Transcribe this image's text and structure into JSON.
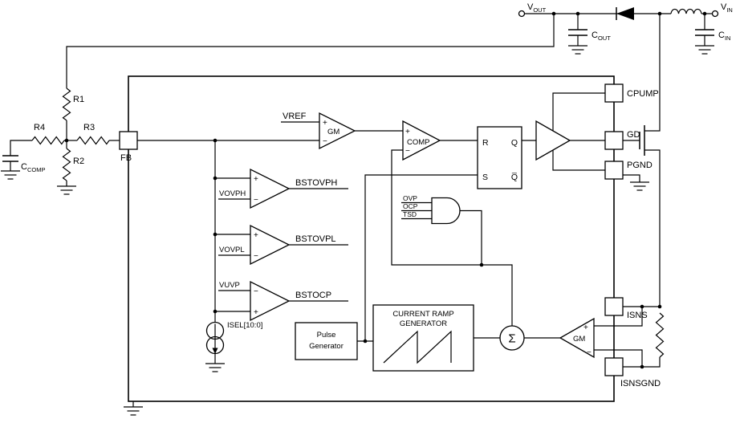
{
  "diagram": {
    "power_stage": {
      "v_out": {
        "name": "V",
        "sub": "OUT"
      },
      "v_in": {
        "name": "V",
        "sub": "IN"
      },
      "c_out": {
        "name": "C",
        "sub": "OUT"
      },
      "c_in": {
        "name": "C",
        "sub": "IN"
      }
    },
    "feedback_network": {
      "r1": "R1",
      "r2": "R2",
      "r3": "R3",
      "r4": "R4",
      "c_comp": {
        "name": "C",
        "sub": "COMP"
      }
    },
    "pins": {
      "fb": "FB",
      "cpump": "CPUMP",
      "gd": "GD",
      "pgnd": "PGND",
      "isns": "ISNS",
      "isnsgnd": "ISNSGND"
    },
    "error_amp": {
      "label": "GM",
      "ref": "VREF"
    },
    "pwm_comparator": {
      "label": "COMP"
    },
    "current_amp": {
      "label": "GM"
    },
    "latch": {
      "r": "R",
      "s": "S",
      "q": "Q",
      "q_bar": "Q̅"
    },
    "comparators": [
      {
        "input": "VOVPH",
        "output": "BSTOVPH"
      },
      {
        "input": "VOVPL",
        "output": "BSTOVPL"
      },
      {
        "input": "VUVP",
        "output": "BSTOCP"
      }
    ],
    "protection_inputs": [
      "OVP",
      "OCP",
      "TSD"
    ],
    "isel_label": "ISEL[10:0]",
    "pulse_generator": [
      "Pulse",
      "Generator"
    ],
    "ramp_generator": [
      "CURRENT RAMP",
      "GENERATOR"
    ],
    "summer": "Σ",
    "signs": {
      "plus": "+",
      "minus": "−"
    }
  }
}
